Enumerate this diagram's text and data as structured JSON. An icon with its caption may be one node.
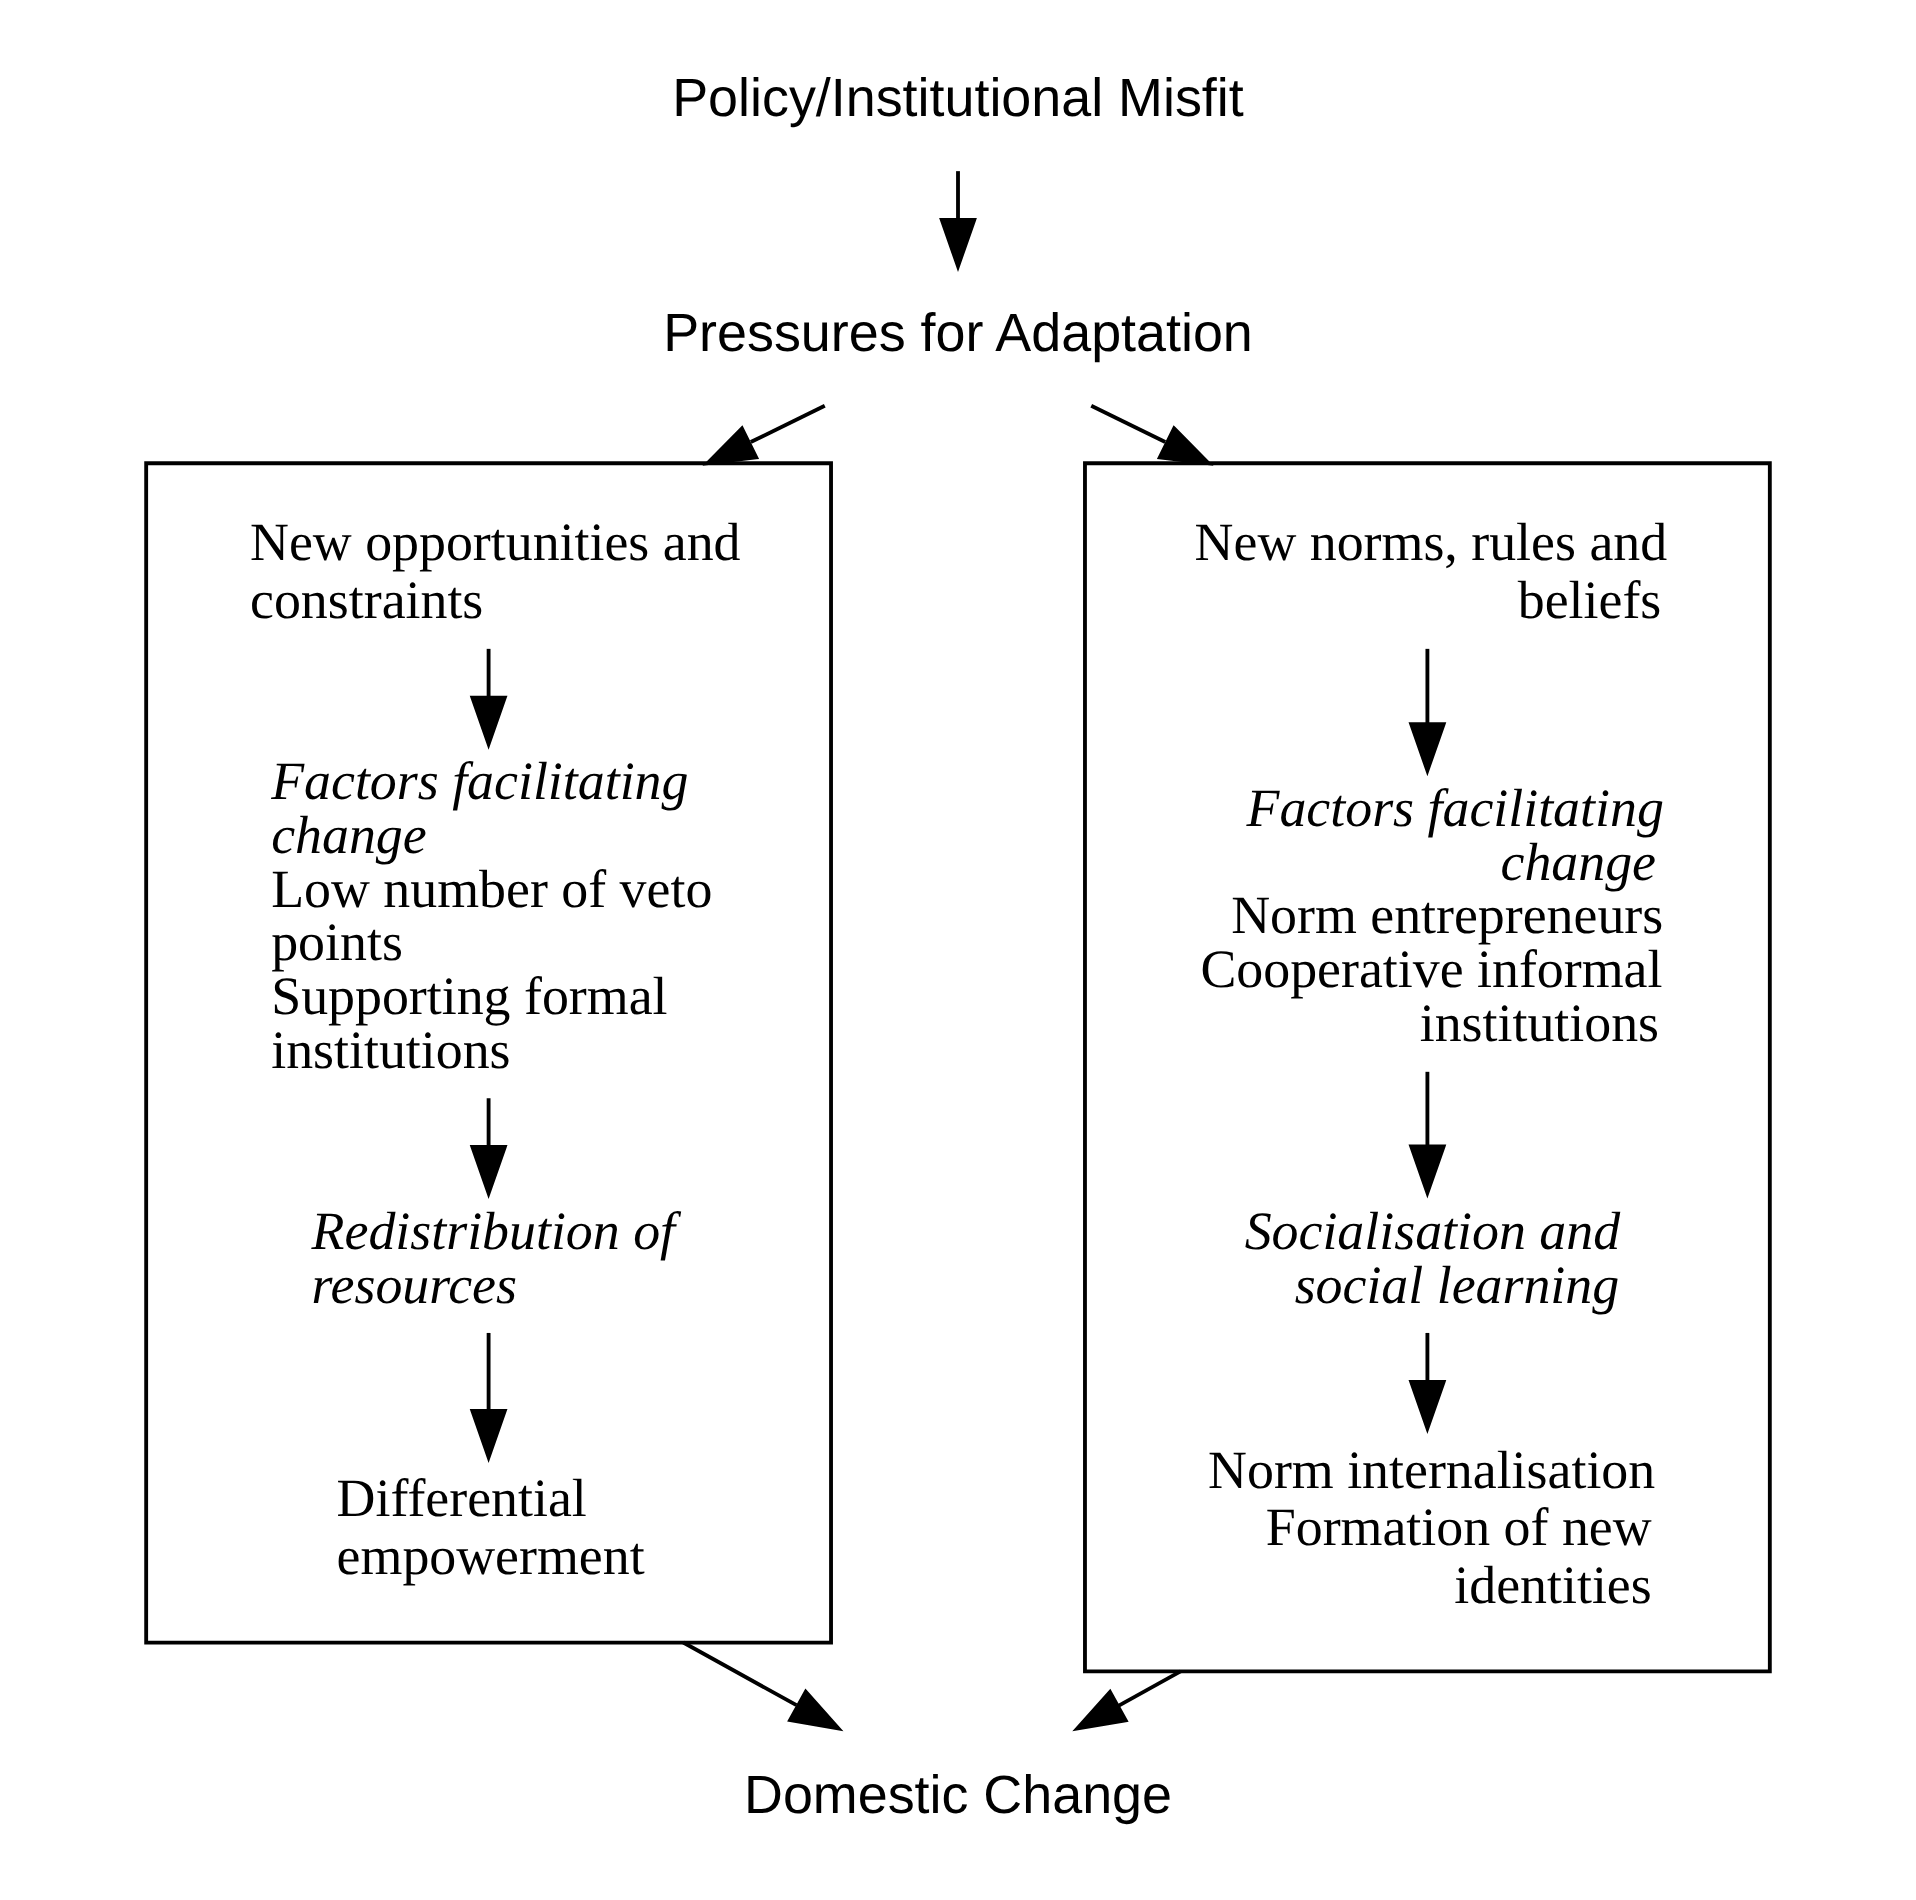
{
  "diagram": {
    "nodes": [
      {
        "text": [
          "Policy/Institutional Misfit"
        ]
      },
      {
        "text": [
          "Pressures for Adaptation"
        ]
      },
      {
        "text": [],
        "shape": "box"
      },
      {
        "text": [
          "New opportunities and constraints"
        ],
        "in": 2
      },
      {
        "text": [
          "*Factors facilitating change*",
          "Low number of veto points",
          "Supporting formal institutions"
        ],
        "in": 2
      },
      {
        "text": [
          "*Redistribution of resources*"
        ],
        "in": 2
      },
      {
        "text": [
          "Differential empowerment"
        ],
        "in": 2
      },
      {
        "text": [],
        "shape": "box"
      },
      {
        "text": [
          "New norms, rules and beliefs"
        ],
        "in": 7
      },
      {
        "text": [
          "*Factors facilitating change*",
          "Norm entrepreneurs",
          "Cooperative informal institutions"
        ],
        "in": 7
      },
      {
        "text": [
          "*Socialisation and social learning*"
        ],
        "in": 7
      },
      {
        "text": [
          "Norm internalisation",
          "Formation of new identities"
        ],
        "in": 7
      },
      {
        "text": [
          "Domestic Change"
        ]
      }
    ],
    "edges": [
      {
        "from": 0,
        "to": 1,
        "arrow": "to"
      },
      {
        "from": 1,
        "to": 2,
        "arrow": "to"
      },
      {
        "from": 1,
        "to": 7,
        "arrow": "to"
      },
      {
        "from": 3,
        "to": 4,
        "arrow": "to"
      },
      {
        "from": 4,
        "to": 5,
        "arrow": "to"
      },
      {
        "from": 5,
        "to": 6,
        "arrow": "to"
      },
      {
        "from": 8,
        "to": 9,
        "arrow": "to"
      },
      {
        "from": 9,
        "to": 10,
        "arrow": "to"
      },
      {
        "from": 10,
        "to": 11,
        "arrow": "to"
      },
      {
        "from": 2,
        "to": 12,
        "arrow": "to"
      },
      {
        "from": 7,
        "to": 12,
        "arrow": "to"
      }
    ]
  }
}
